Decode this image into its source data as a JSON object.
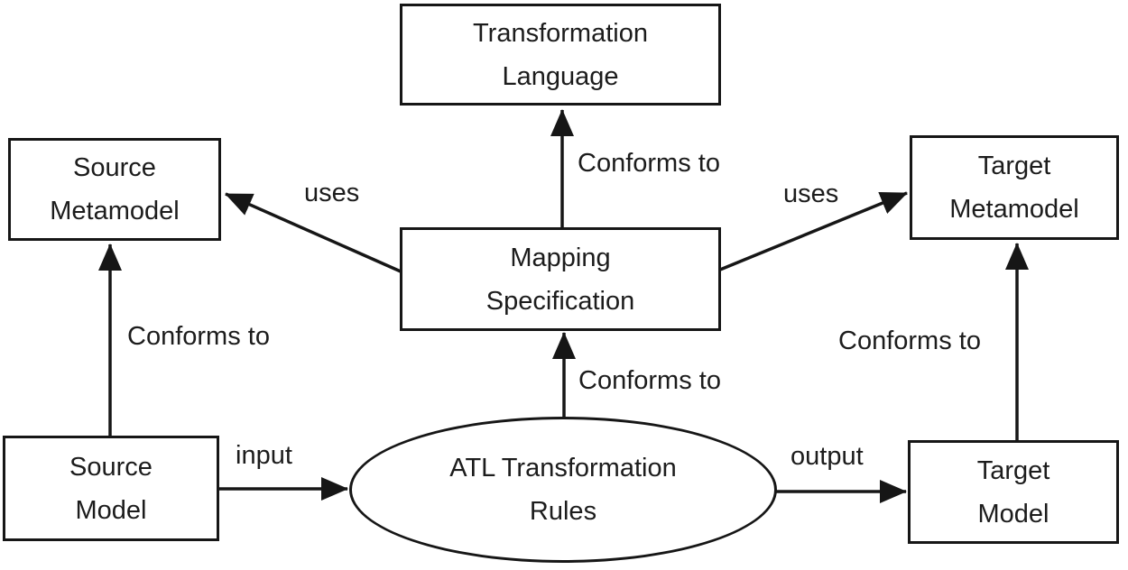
{
  "diagram": {
    "type": "model-transformation-diagram",
    "colors": {
      "background": "#ffffff",
      "line": "#161616",
      "text": "#1c1c1c"
    },
    "nodes": {
      "transformation_language": {
        "shape": "rect",
        "lines": [
          "Transformation",
          "Language"
        ]
      },
      "source_metamodel": {
        "shape": "rect",
        "lines": [
          "Source",
          "Metamodel"
        ]
      },
      "target_metamodel": {
        "shape": "rect",
        "lines": [
          "Target",
          "Metamodel"
        ]
      },
      "mapping_specification": {
        "shape": "rect",
        "lines": [
          "Mapping",
          "Specification"
        ]
      },
      "source_model": {
        "shape": "rect",
        "lines": [
          "Source",
          "Model"
        ]
      },
      "target_model": {
        "shape": "rect",
        "lines": [
          "Target",
          "Model"
        ]
      },
      "atl_transformation_rules": {
        "shape": "ellipse",
        "lines": [
          "ATL Transformation",
          "Rules"
        ]
      }
    },
    "edges": {
      "conforms_to_language": {
        "label": "Conforms to",
        "from": "mapping_specification",
        "to": "transformation_language"
      },
      "uses_source": {
        "label": "uses",
        "from": "mapping_specification",
        "to": "source_metamodel"
      },
      "uses_target": {
        "label": "uses",
        "from": "mapping_specification",
        "to": "target_metamodel"
      },
      "conforms_to_source_metamodel": {
        "label": "Conforms to",
        "from": "source_model",
        "to": "source_metamodel"
      },
      "conforms_to_target_metamodel": {
        "label": "Conforms to",
        "from": "target_model",
        "to": "target_metamodel"
      },
      "conforms_to_mapping": {
        "label": "Conforms to",
        "from": "atl_transformation_rules",
        "to": "mapping_specification"
      },
      "input": {
        "label": "input",
        "from": "source_model",
        "to": "atl_transformation_rules"
      },
      "output": {
        "label": "output",
        "from": "atl_transformation_rules",
        "to": "target_model"
      }
    }
  }
}
